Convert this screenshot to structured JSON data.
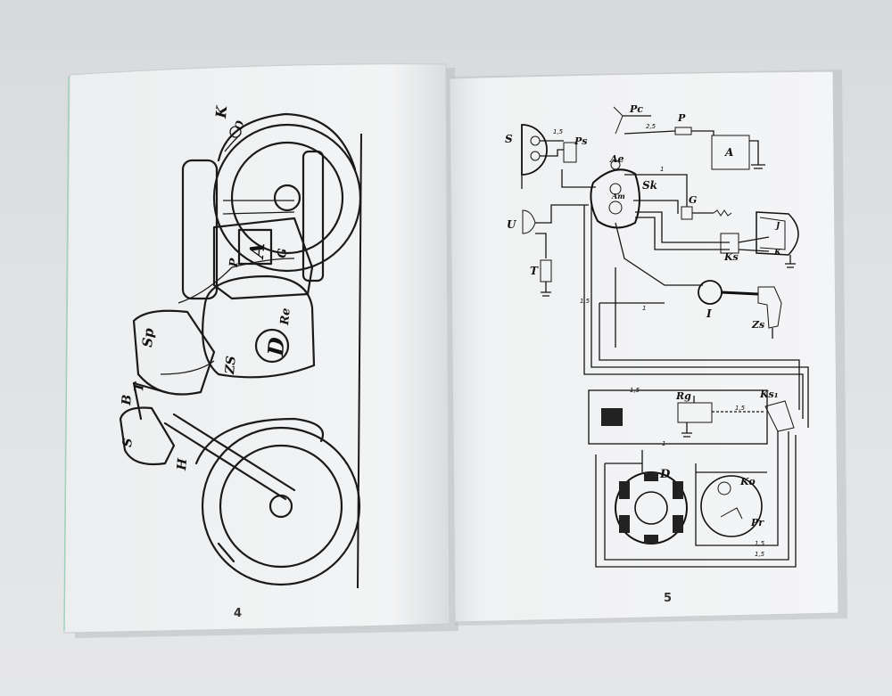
{
  "booklet": {
    "left_page": {
      "page_number": "4",
      "labels": {
        "K": "K",
        "O": "O",
        "A": "A",
        "P": "P",
        "Sp": "Sp",
        "B": "B",
        "T": "T",
        "S": "S",
        "Zs": "ZS",
        "D": "D",
        "Re": "Re",
        "H": "H",
        "G": "G"
      }
    },
    "right_page": {
      "page_number": "5",
      "labels": {
        "S": "S",
        "Pc": "Pc",
        "P": "P",
        "Ps": "Ps",
        "Ae": "Ae",
        "A": "A",
        "Sk": "Sk",
        "Am": "Am",
        "G": "G",
        "U": "U",
        "T": "T",
        "Ks": "Ks",
        "J": "J",
        "K": "K",
        "I": "I",
        "Zs": "Zs",
        "Rg": "Rg",
        "Ks1": "Ks₁",
        "D": "D",
        "Ko": "Ko",
        "Pr": "Pr"
      },
      "wire_sizes": [
        "1",
        "1,5",
        "2,5"
      ]
    }
  }
}
